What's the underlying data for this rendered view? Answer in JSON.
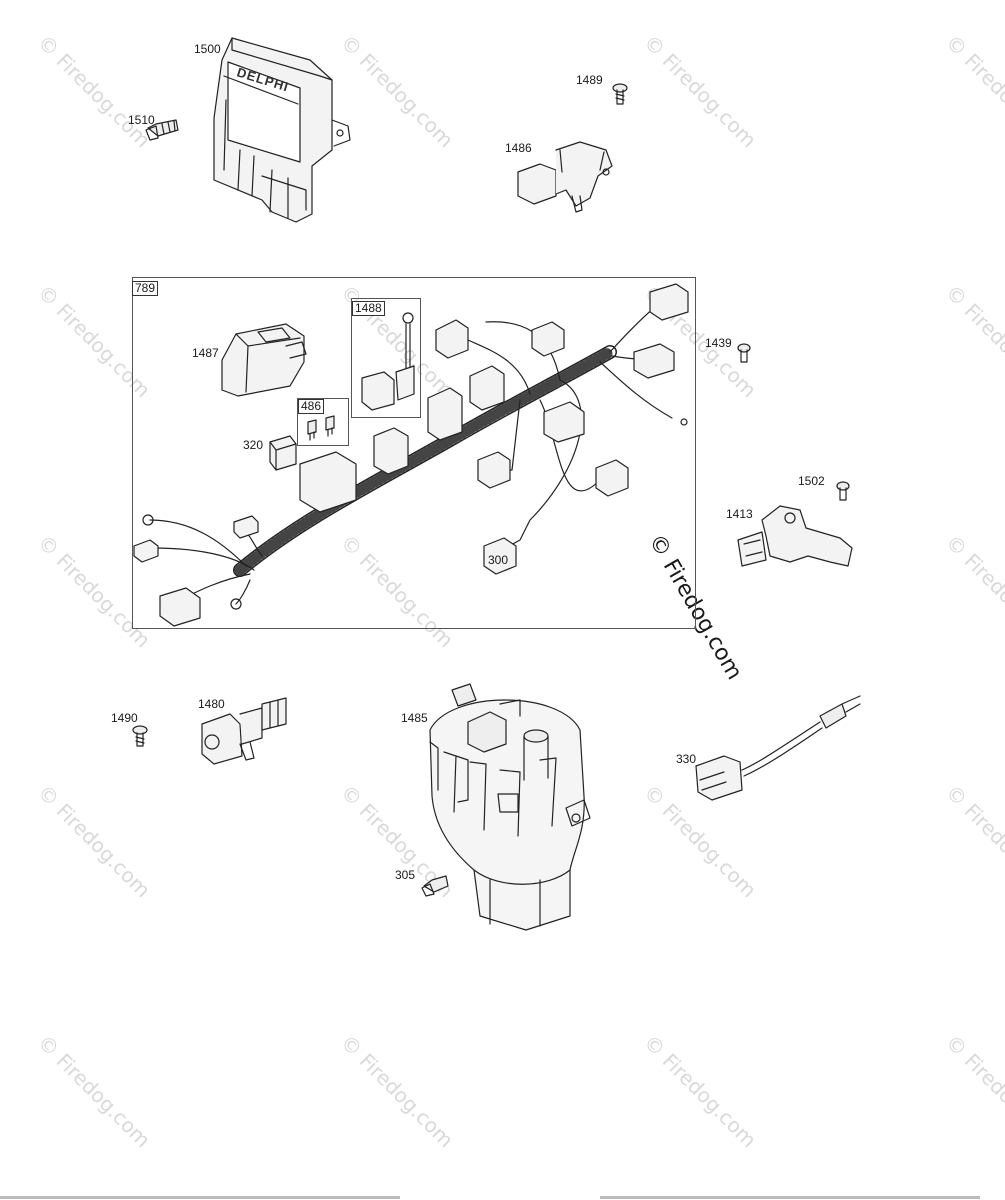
{
  "watermark": "© Firedog.com",
  "harness_group_label": "789",
  "parts": [
    {
      "key": "1500",
      "label": "1500",
      "name": "part-label-1500"
    },
    {
      "key": "1510",
      "label": "1510",
      "name": "part-label-1510"
    },
    {
      "key": "1489",
      "label": "1489",
      "name": "part-label-1489"
    },
    {
      "key": "1486",
      "label": "1486",
      "name": "part-label-1486"
    },
    {
      "key": "1487",
      "label": "1487",
      "name": "part-label-1487"
    },
    {
      "key": "1488",
      "label": "1488",
      "name": "part-label-1488"
    },
    {
      "key": "486",
      "label": "486",
      "name": "part-label-486"
    },
    {
      "key": "320",
      "label": "320",
      "name": "part-label-320"
    },
    {
      "key": "1439",
      "label": "1439",
      "name": "part-label-1439"
    },
    {
      "key": "1502",
      "label": "1502",
      "name": "part-label-1502"
    },
    {
      "key": "1413",
      "label": "1413",
      "name": "part-label-1413"
    },
    {
      "key": "300",
      "label": "300",
      "name": "part-label-300"
    },
    {
      "key": "1490",
      "label": "1490",
      "name": "part-label-1490"
    },
    {
      "key": "1480",
      "label": "1480",
      "name": "part-label-1480"
    },
    {
      "key": "1485",
      "label": "1485",
      "name": "part-label-1485"
    },
    {
      "key": "330",
      "label": "330",
      "name": "part-label-330"
    },
    {
      "key": "305",
      "label": "305",
      "name": "part-label-305"
    }
  ],
  "ecu_brand": "DELPHI"
}
